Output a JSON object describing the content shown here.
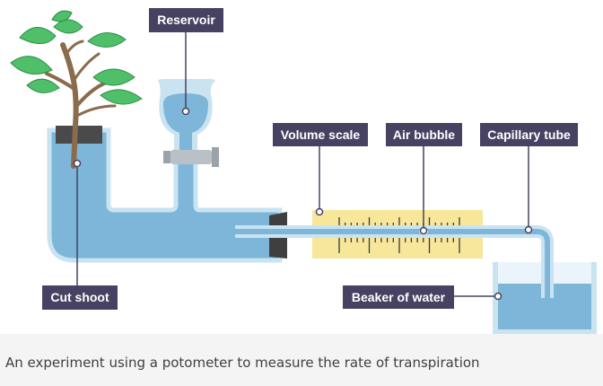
{
  "labels": {
    "reservoir": "Reservoir",
    "volume_scale": "Volume scale",
    "air_bubble": "Air bubble",
    "capillary_tube": "Capillary tube",
    "cut_shoot": "Cut shoot",
    "beaker": "Beaker of water"
  },
  "caption": "An experiment using a potometer to measure the rate of transpiration",
  "colors": {
    "label_bg": "#474261",
    "water": "#7db6d9",
    "glass": "#c9e3f1",
    "scale": "#f7e79a",
    "caption_bg": "#f4f4f4"
  }
}
